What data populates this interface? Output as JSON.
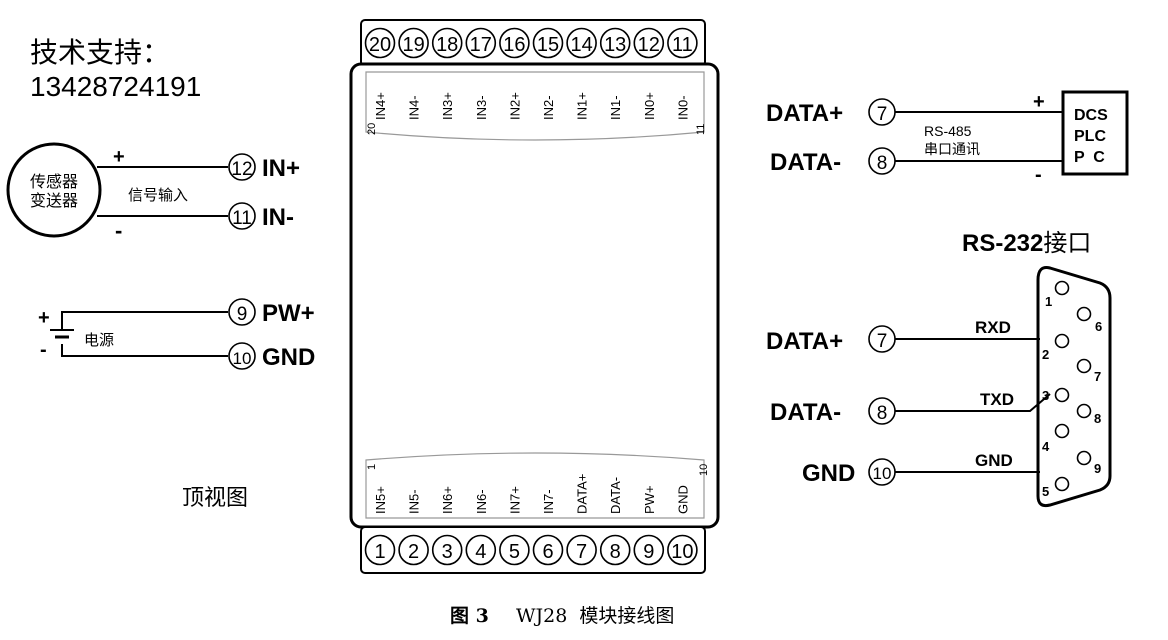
{
  "support": {
    "label": "技术支持：",
    "phone": "13428724191"
  },
  "top_view_label": "顶视图",
  "caption": {
    "figure": "图 3",
    "text": "WJ28  模块接线图"
  },
  "module": {
    "top_terminals": [
      "20",
      "19",
      "18",
      "17",
      "16",
      "15",
      "14",
      "13",
      "12",
      "11"
    ],
    "bottom_terminals": [
      "1",
      "2",
      "3",
      "4",
      "5",
      "6",
      "7",
      "8",
      "9",
      "10"
    ],
    "top_labels": [
      "IN4+",
      "IN4-",
      "IN3+",
      "IN3-",
      "IN2+",
      "IN2-",
      "IN1+",
      "IN1-",
      "IN0+",
      "IN0-"
    ],
    "bottom_labels": [
      "IN5+",
      "IN5-",
      "IN6+",
      "IN6-",
      "IN7+",
      "IN7-",
      "DATA+",
      "DATA-",
      "PW+",
      "GND"
    ],
    "top_corner_left": "20",
    "top_corner_right": "11",
    "bottom_corner_left": "1",
    "bottom_corner_right": "10"
  },
  "sensor": {
    "line1": "传感器",
    "line2": "变送器",
    "signal_label": "信号输入",
    "plus": "+",
    "minus": "-",
    "pin_plus": "12",
    "pin_plus_label": "IN+",
    "pin_minus": "11",
    "pin_minus_label": "IN-"
  },
  "power": {
    "label": "电源",
    "plus": "+",
    "minus": "-",
    "pin_pw": "9",
    "pin_pw_label": "PW+",
    "pin_gnd": "10",
    "pin_gnd_label": "GND"
  },
  "rs485": {
    "data_plus": "DATA+",
    "data_minus": "DATA-",
    "pin_plus": "7",
    "pin_minus": "8",
    "bus_label1": "RS-485",
    "bus_label2": "串口通讯",
    "plus": "+",
    "minus": "-",
    "box_line1": "DCS",
    "box_line2": "PLC",
    "box_line3": "P  C"
  },
  "rs232": {
    "title_prefix": "RS-232",
    "title_suffix": "接口",
    "data_plus": "DATA+",
    "data_minus": "DATA-",
    "gnd": "GND",
    "pin_plus": "7",
    "pin_minus": "8",
    "pin_gnd": "10",
    "rxd": "RXD",
    "txd": "TXD",
    "gnd_label": "GND",
    "db9_pins_left": [
      "1",
      "2",
      "3",
      "4",
      "5"
    ],
    "db9_pins_right": [
      "6",
      "7",
      "8",
      "9"
    ]
  }
}
